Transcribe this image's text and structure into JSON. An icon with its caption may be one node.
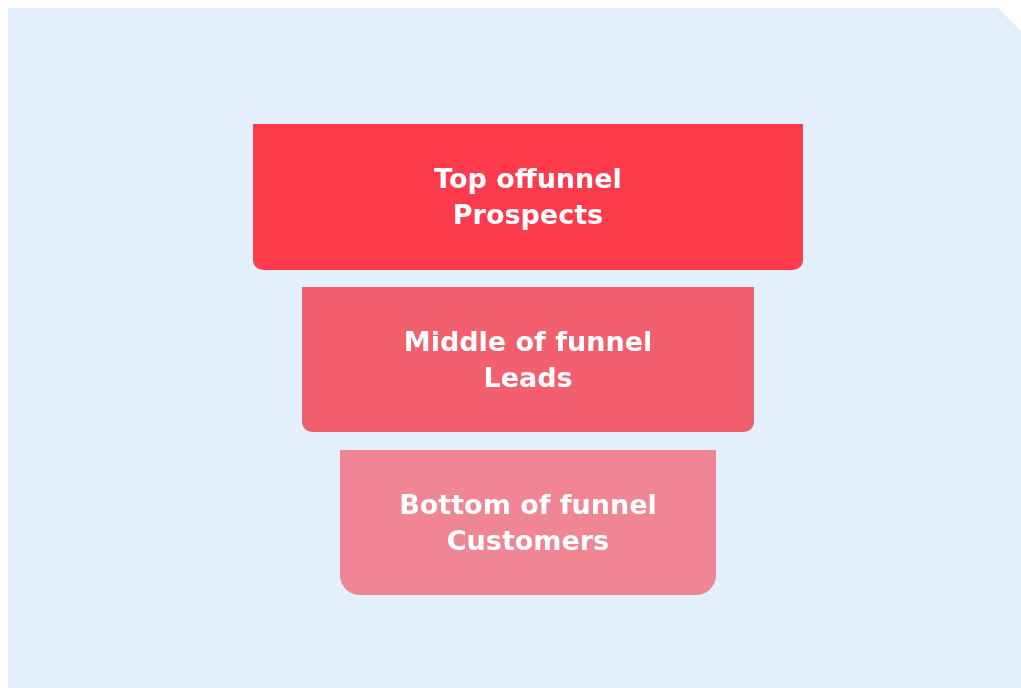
{
  "diagram": {
    "nodes": [
      {
        "text": [
          "Top offunnel",
          "Prospects"
        ]
      },
      {
        "text": [
          "Middle of funnel",
          "Leads"
        ]
      },
      {
        "text": [
          "Bottom of funnel",
          "Customers"
        ]
      }
    ],
    "edges": []
  }
}
